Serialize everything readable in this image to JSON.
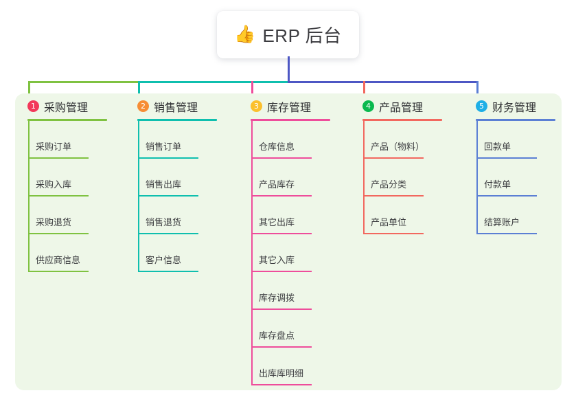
{
  "root": {
    "emoji": "👍",
    "emoji_name": "thumbs-up-icon",
    "label": "ERP 后台"
  },
  "colors": {
    "panel_bg": "#eef7e8",
    "page_bg": "#ffffff",
    "root_stem": "#4d57c4",
    "bar_left": "#7fc241",
    "bar_mid": "#0fbfae",
    "bar_right": "#4d57c4",
    "text": "#3c3d40"
  },
  "columns": [
    {
      "number": "1",
      "title": "采购管理",
      "badge_color": "#f2385a",
      "line_color": "#7fc241",
      "items": [
        "采购订单",
        "采购入库",
        "采购退货",
        "供应商信息"
      ]
    },
    {
      "number": "2",
      "title": "销售管理",
      "badge_color": "#f68d35",
      "line_color": "#0fbfae",
      "items": [
        "销售订单",
        "销售出库",
        "销售退货",
        "客户信息"
      ]
    },
    {
      "number": "3",
      "title": "库存管理",
      "badge_color": "#fbc02d",
      "line_color": "#ee4d9b",
      "items": [
        "仓库信息",
        "产品库存",
        "其它出库",
        "其它入库",
        "库存调拨",
        "库存盘点",
        "出库库明细"
      ]
    },
    {
      "number": "4",
      "title": "产品管理",
      "badge_color": "#0ab94f",
      "line_color": "#f2685f",
      "items": [
        "产品（物料）",
        "产品分类",
        "产品单位"
      ]
    },
    {
      "number": "5",
      "title": "财务管理",
      "badge_color": "#1eafe6",
      "line_color": "#5b7fd4",
      "items": [
        "回款单",
        "付款单",
        "结算账户"
      ]
    }
  ]
}
